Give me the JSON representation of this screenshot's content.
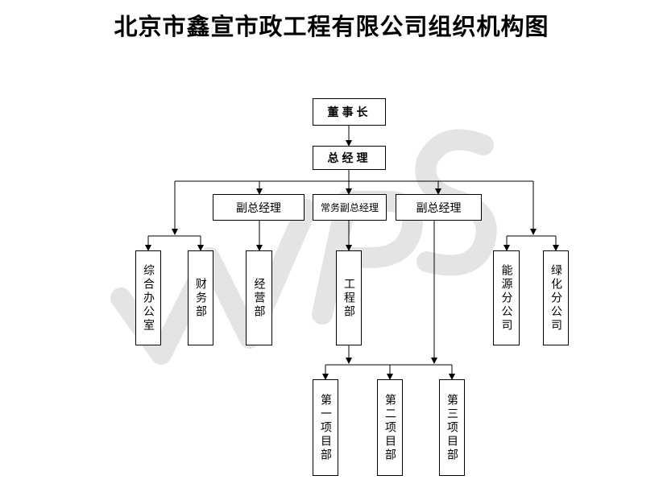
{
  "title": "北京市鑫宣市政工程有限公司组织机构图",
  "nodes": {
    "chairman": "董事长",
    "gm": "总经理",
    "vp_left": "副总经理",
    "exec_vp": "常务副总经理",
    "vp_right": "副总经理",
    "office": "综合办公室",
    "finance": "财务部",
    "operations": "经营部",
    "engineering": "工程部",
    "energy": "能源分公司",
    "greening": "绿化分公司",
    "proj1": "第一项目部",
    "proj2": "第二项目部",
    "proj3": "第三项目部"
  },
  "watermark": "WPS"
}
